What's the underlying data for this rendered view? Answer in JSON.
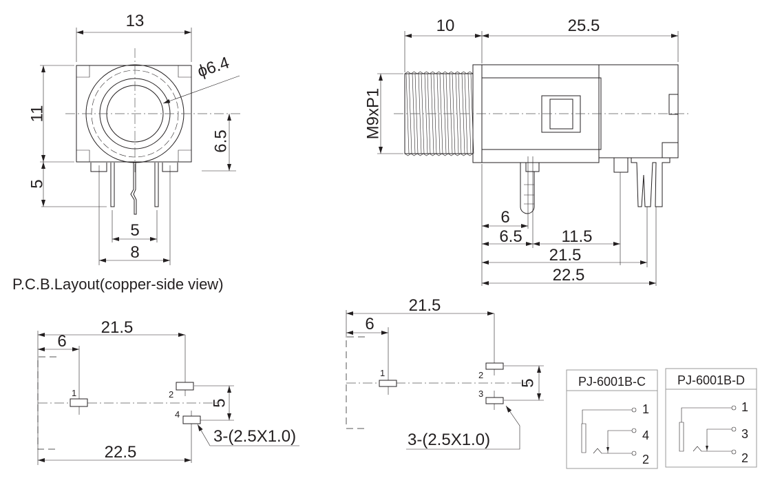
{
  "front_view": {
    "width": "13",
    "height": "11",
    "pin_length": "5",
    "center_height": "6.5",
    "diameter": "ϕ6.4",
    "pin_spacing_inner": "5",
    "pin_spacing_outer": "8"
  },
  "side_view": {
    "thread_length": "10",
    "body_length": "25.5",
    "thread_spec": "M9xP1",
    "dim_6": "6",
    "dim_6_5": "6.5",
    "dim_11_5": "11.5",
    "dim_21_5": "21.5",
    "dim_22_5": "22.5"
  },
  "pcb_title": "P.C.B.Layout(copper-side view)",
  "pcb_layout_c": {
    "dim_21_5": "21.5",
    "dim_6": "6",
    "dim_5": "5",
    "dim_22_5": "22.5",
    "pad_note": "3-(2.5X1.0)",
    "pads": [
      "1",
      "2",
      "4"
    ]
  },
  "pcb_layout_d": {
    "dim_21_5": "21.5",
    "dim_6": "6",
    "dim_5": "5",
    "pad_note": "3-(2.5X1.0)",
    "pads": [
      "1",
      "2",
      "3"
    ]
  },
  "schematics": [
    {
      "title": "PJ-6001B-C",
      "pins": [
        "1",
        "4",
        "2"
      ]
    },
    {
      "title": "PJ-6001B-D",
      "pins": [
        "1",
        "3",
        "2"
      ]
    }
  ]
}
